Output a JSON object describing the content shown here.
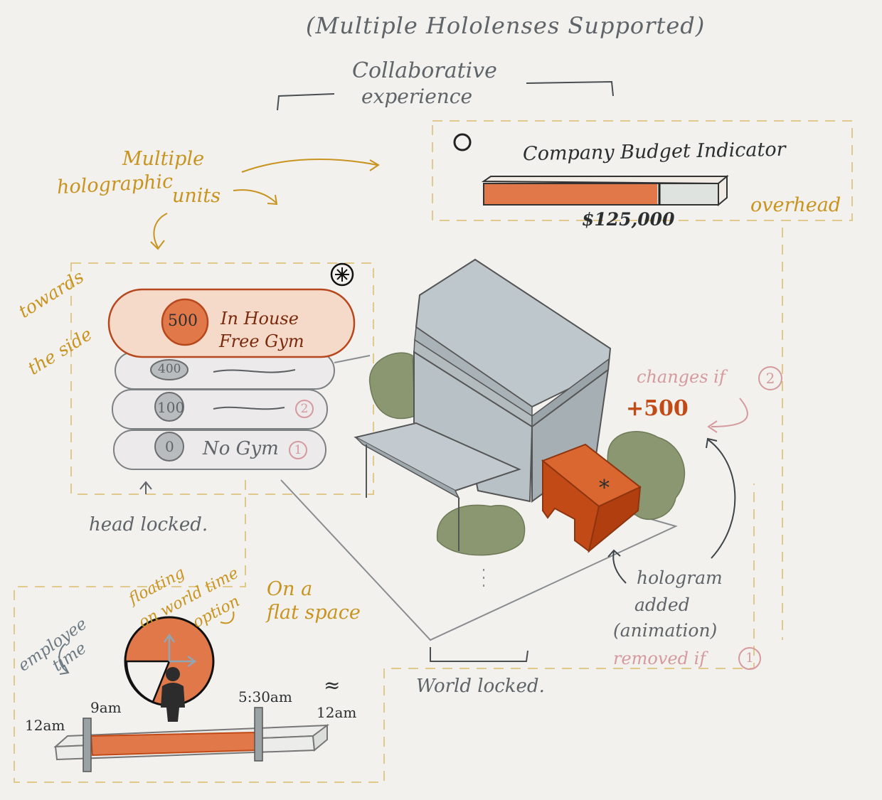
{
  "header": {
    "title": "(Multiple Hololenses Supported)",
    "subtitle_line1": "Collaborative",
    "subtitle_line2": "experience"
  },
  "budget": {
    "title": "Company Budget Indicator",
    "amount": "$125,000",
    "overhead_label": "overhead",
    "fill_fraction": 0.74
  },
  "notes": {
    "multiple_units_line1": "Multiple",
    "multiple_units_line2": "holographic",
    "multiple_units_line3": "units",
    "towards_side_line1": "towards",
    "towards_side_line2": "the side",
    "head_locked": "head locked.",
    "world_locked": "World locked.",
    "changes_if": "changes if",
    "changes_if_num": "2",
    "bonus": "+500",
    "hologram_line1": "hologram",
    "hologram_line2": "added",
    "hologram_line3": "(animation)",
    "removed_if": "removed if",
    "removed_if_num": "1",
    "floating_line1": "floating",
    "floating_line2": "on world time",
    "floating_line3": "option",
    "flat_line1": "On a",
    "flat_line2": "flat space",
    "employee_line1": "employee",
    "employee_line2": "time",
    "approx": "≈",
    "asterisk": "*"
  },
  "options": [
    {
      "value": "500",
      "label_line1": "In House",
      "label_line2": "Free Gym",
      "selected": true
    },
    {
      "value": "400",
      "label_line1": "",
      "label_line2": "",
      "selected": false
    },
    {
      "value": "100",
      "label_line1": "",
      "label_line2": "",
      "badge": "2",
      "selected": false
    },
    {
      "value": "0",
      "label_line1": "No Gym",
      "label_line2": "",
      "badge": "1",
      "selected": false
    }
  ],
  "timeline": {
    "labels": [
      "12am",
      "9am",
      "5:30am",
      "12am"
    ]
  },
  "colors": {
    "accent_orange": "#e0784a",
    "dark_orange": "#c24a16",
    "building_grey": "#b8c1c6",
    "shrub_green": "#8a9770",
    "gold_annotation": "#c8941f",
    "pink_annotation": "#d59a9e"
  }
}
